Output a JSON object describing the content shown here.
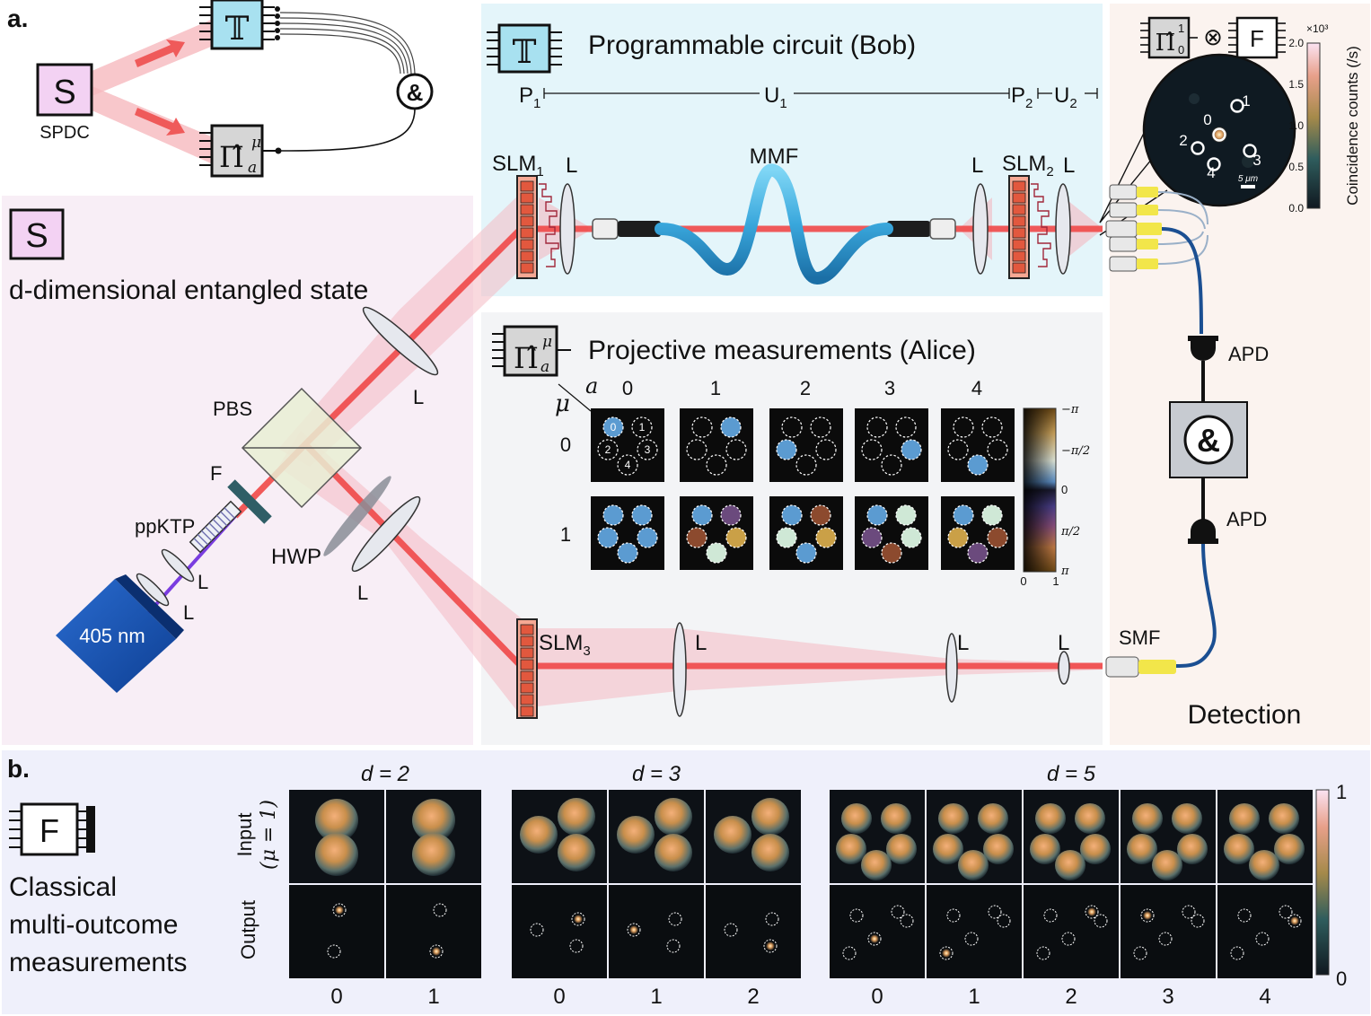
{
  "panel_a": {
    "label": "a.",
    "source": {
      "symbol": "S",
      "label": "SPDC"
    },
    "bob_chip_symbol": "𝕋",
    "alice_chip": {
      "base": "Π̂",
      "sup": "μ",
      "sub": "a"
    },
    "coincidence_symbol": "&"
  },
  "state_box": {
    "symbol": "S",
    "title": "d-dimensional entangled state",
    "labels": {
      "pbs": "PBS",
      "lens": "L",
      "filter": "F",
      "crystal": "ppKTP",
      "hwp": "HWP",
      "laser": "405 nm"
    }
  },
  "bob": {
    "symbol": "𝕋",
    "title": "Programmable circuit (Bob)",
    "P1": "P",
    "P1_sub": "1",
    "U1": "U",
    "U1_sub": "1",
    "P2": "P",
    "P2_sub": "2",
    "U2": "U",
    "U2_sub": "2",
    "slm1": "SLM",
    "slm1_sub": "1",
    "slm2": "SLM",
    "slm2_sub": "2",
    "lens": "L",
    "fiber": "MMF"
  },
  "alice": {
    "title": "Projective measurements (Alice)",
    "a_axis": "a",
    "mu_axis": "μ",
    "a_values": [
      "0",
      "1",
      "2",
      "3",
      "4"
    ],
    "mu_values": [
      "0",
      "1"
    ],
    "spot_numbers": [
      "0",
      "1",
      "2",
      "3",
      "4"
    ],
    "colorbar_labels": [
      "−π",
      "−π/2",
      "0",
      "π/2",
      "π"
    ],
    "colorbar_bottom": [
      "0",
      "1"
    ],
    "slm3": "SLM",
    "slm3_sub": "3",
    "lens": "L",
    "phase_colors": {
      "blue": "#5b9bd1",
      "mint": "#cfe8d6",
      "rust": "#8c4a2e",
      "gold": "#caa047",
      "purple": "#6b4a7d"
    }
  },
  "detection": {
    "title": "Detection",
    "op_base": "Π̂",
    "op_sup": "1",
    "op_sub": "0",
    "tensor": "⊗",
    "classical_op": "F",
    "apd_top": "APD",
    "apd_bottom": "APD",
    "and_symbol": "&",
    "smf": "SMF",
    "image_numbers": [
      "0",
      "1",
      "2",
      "3",
      "4"
    ],
    "scale": "5 μm",
    "colorbar_title": "Coincidence counts (/s)",
    "colorbar_exp": "×10³",
    "colorbar_ticks": [
      "2.0",
      "1.5",
      "1.0",
      "0.5",
      "0.0"
    ]
  },
  "panel_b": {
    "label": "b.",
    "op_symbol": "F",
    "caption_lines": [
      "Classical",
      "multi-outcome",
      "measurements"
    ],
    "row_input": "Input",
    "row_input_sub": "(μ = 1)",
    "row_output": "Output",
    "groups": [
      {
        "title": "d = 2",
        "cols": [
          "0",
          "1"
        ]
      },
      {
        "title": "d = 3",
        "cols": [
          "0",
          "1",
          "2"
        ]
      },
      {
        "title": "d = 5",
        "cols": [
          "0",
          "1",
          "2",
          "3",
          "4"
        ]
      }
    ],
    "colorbar_top": "1",
    "colorbar_bottom": "0"
  }
}
